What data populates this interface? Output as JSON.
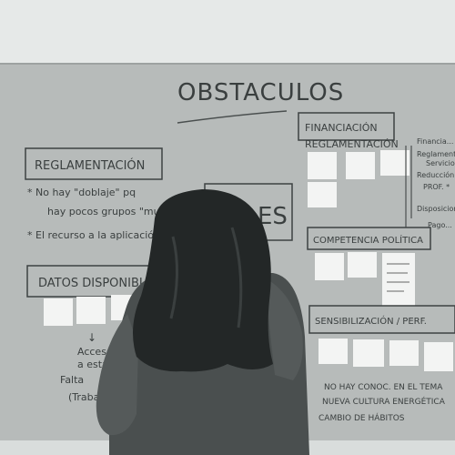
{
  "whiteboard": {
    "title": "OBSTACULOS",
    "sections": [
      {
        "heading": "REGLAMENTACIÓN",
        "lines": [
          "* No hay \"doblaje\" pq",
          "hay pocos grupos \"muy de ab...",
          "* El recurso a la aplicación"
        ]
      },
      {
        "heading": "DATOS DISPONIBLES",
        "lines": [
          "Acceso",
          "a estad...",
          "Falta",
          "(Trabaj..."
        ]
      },
      {
        "heading": "FINANCIACIÓN",
        "lines": []
      },
      {
        "heading": "REGLAMENTACIÓN",
        "lines": []
      },
      {
        "heading": "COMPETENCIA POLÍTICA",
        "lines": []
      },
      {
        "heading": "SENSIBILIZACIÓN / PERF.",
        "lines": [
          "NO HAY CONOC. EN EL TEMA",
          "NUEVA CULTURA ENERGÉTICA",
          "CAMBIO DE HÁBITOS"
        ]
      }
    ],
    "center_box_text": "ES",
    "right_notes": [
      "Financia...",
      "Reglamentación...",
      "Servicios",
      "Reducción de...",
      "PROF. *",
      "Disposiciones...",
      "Pago..."
    ]
  }
}
